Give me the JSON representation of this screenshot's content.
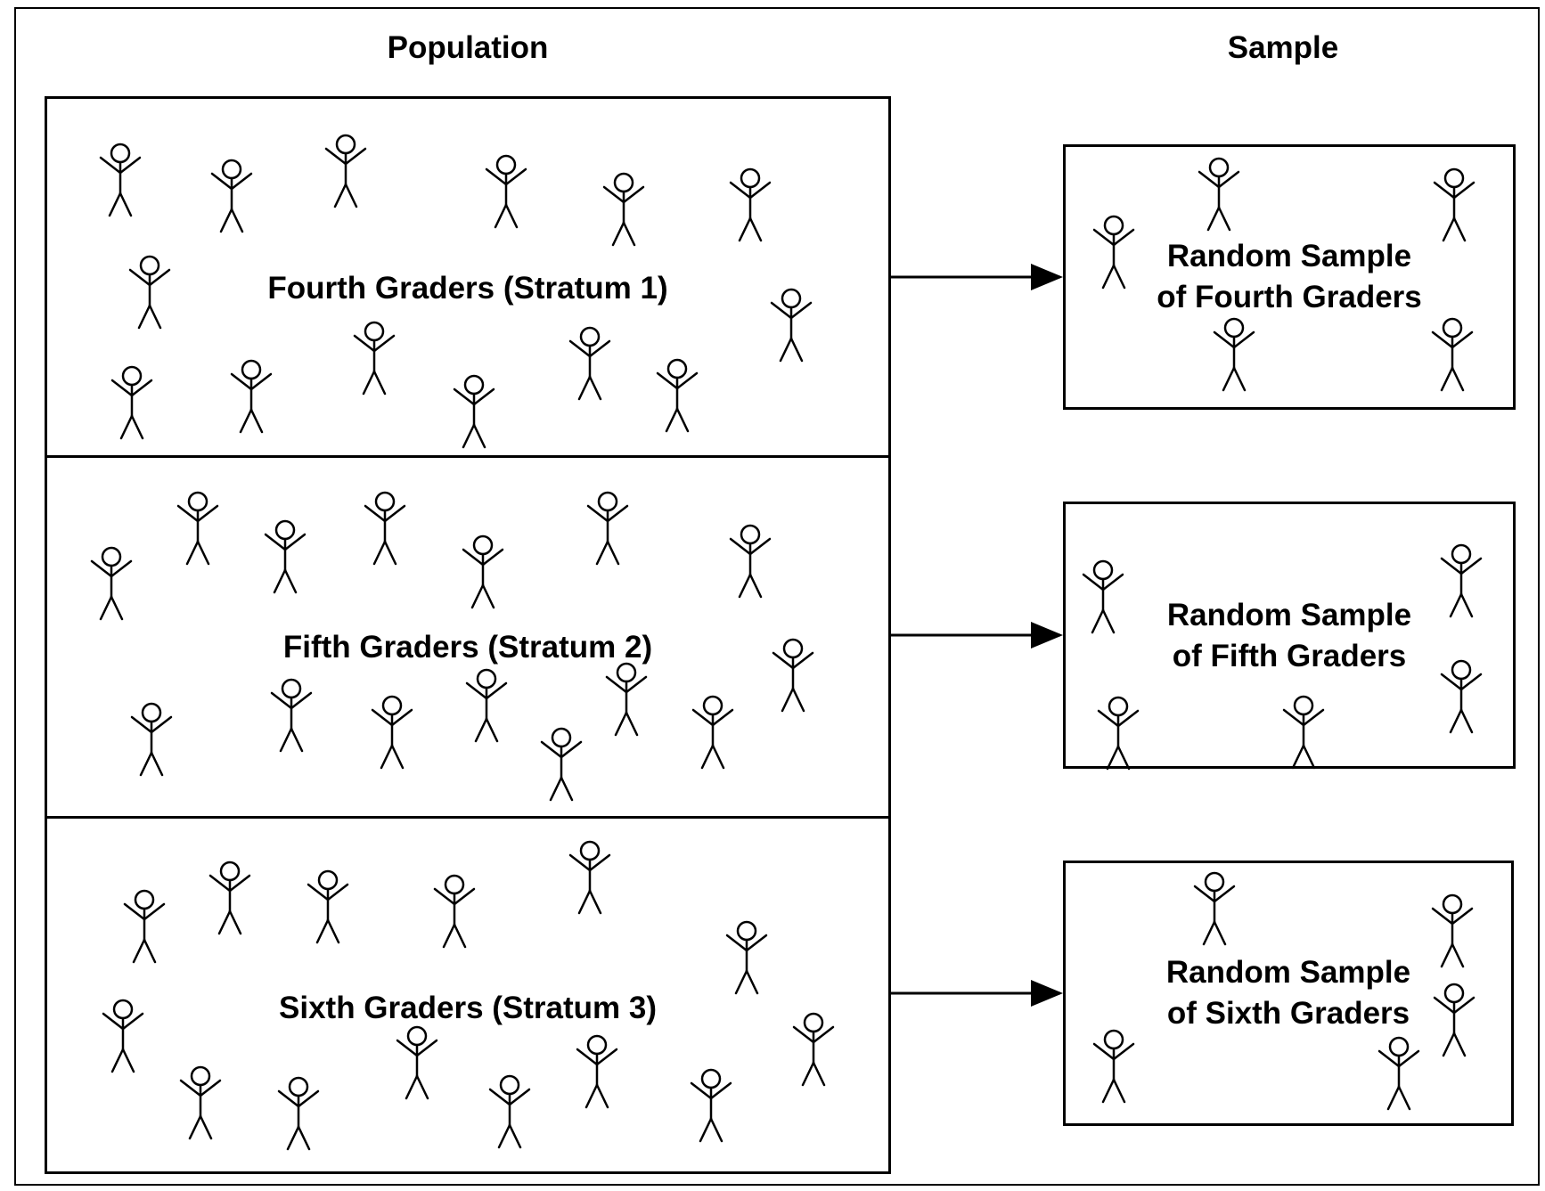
{
  "headers": {
    "population": "Population",
    "sample": "Sample"
  },
  "strata": [
    {
      "population_label": "Fourth Graders (Stratum 1)",
      "sample_label_line1": "Random Sample",
      "sample_label_line2": "of Fourth Graders"
    },
    {
      "population_label": "Fifth Graders (Stratum 2)",
      "sample_label_line1": "Random Sample",
      "sample_label_line2": "of Fifth Graders"
    },
    {
      "population_label": "Sixth Graders (Stratum 3)",
      "sample_label_line1": "Random Sample",
      "sample_label_line2": "of Sixth Graders"
    }
  ],
  "icons": {
    "person": "stick-figure-icon",
    "arrow": "arrow-right-icon"
  },
  "colors": {
    "line": "#000000",
    "background": "#ffffff"
  }
}
